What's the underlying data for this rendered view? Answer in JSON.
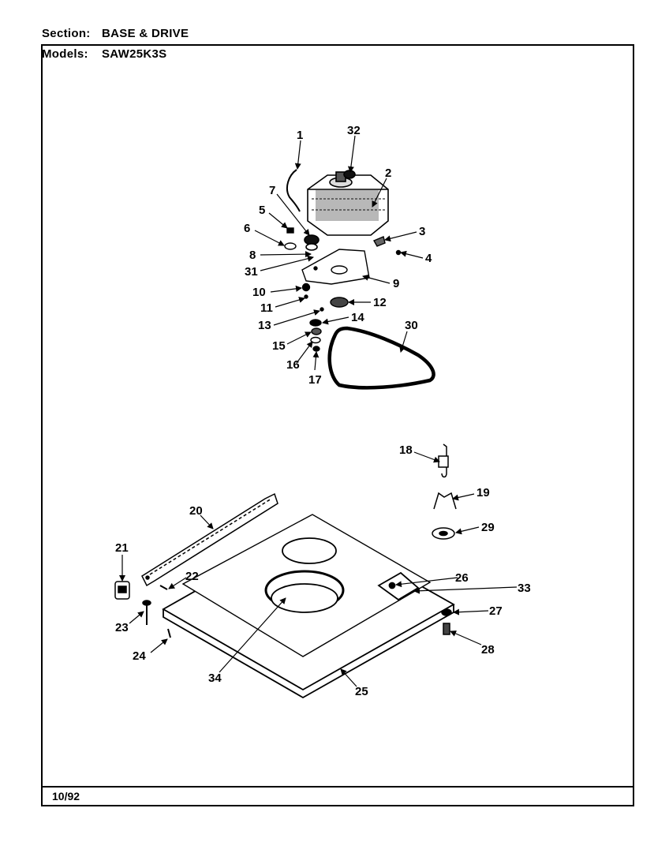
{
  "header": {
    "section_label": "Section:",
    "section_value": "BASE & DRIVE",
    "models_label": "Models:",
    "models_value": "SAW25K3S"
  },
  "footer": {
    "date": "10/92"
  },
  "callouts": [
    "1",
    "2",
    "3",
    "4",
    "5",
    "6",
    "7",
    "8",
    "9",
    "10",
    "11",
    "12",
    "13",
    "14",
    "15",
    "16",
    "17",
    "18",
    "19",
    "20",
    "21",
    "22",
    "23",
    "24",
    "25",
    "26",
    "27",
    "28",
    "29",
    "30",
    "31",
    "32",
    "33",
    "34"
  ]
}
